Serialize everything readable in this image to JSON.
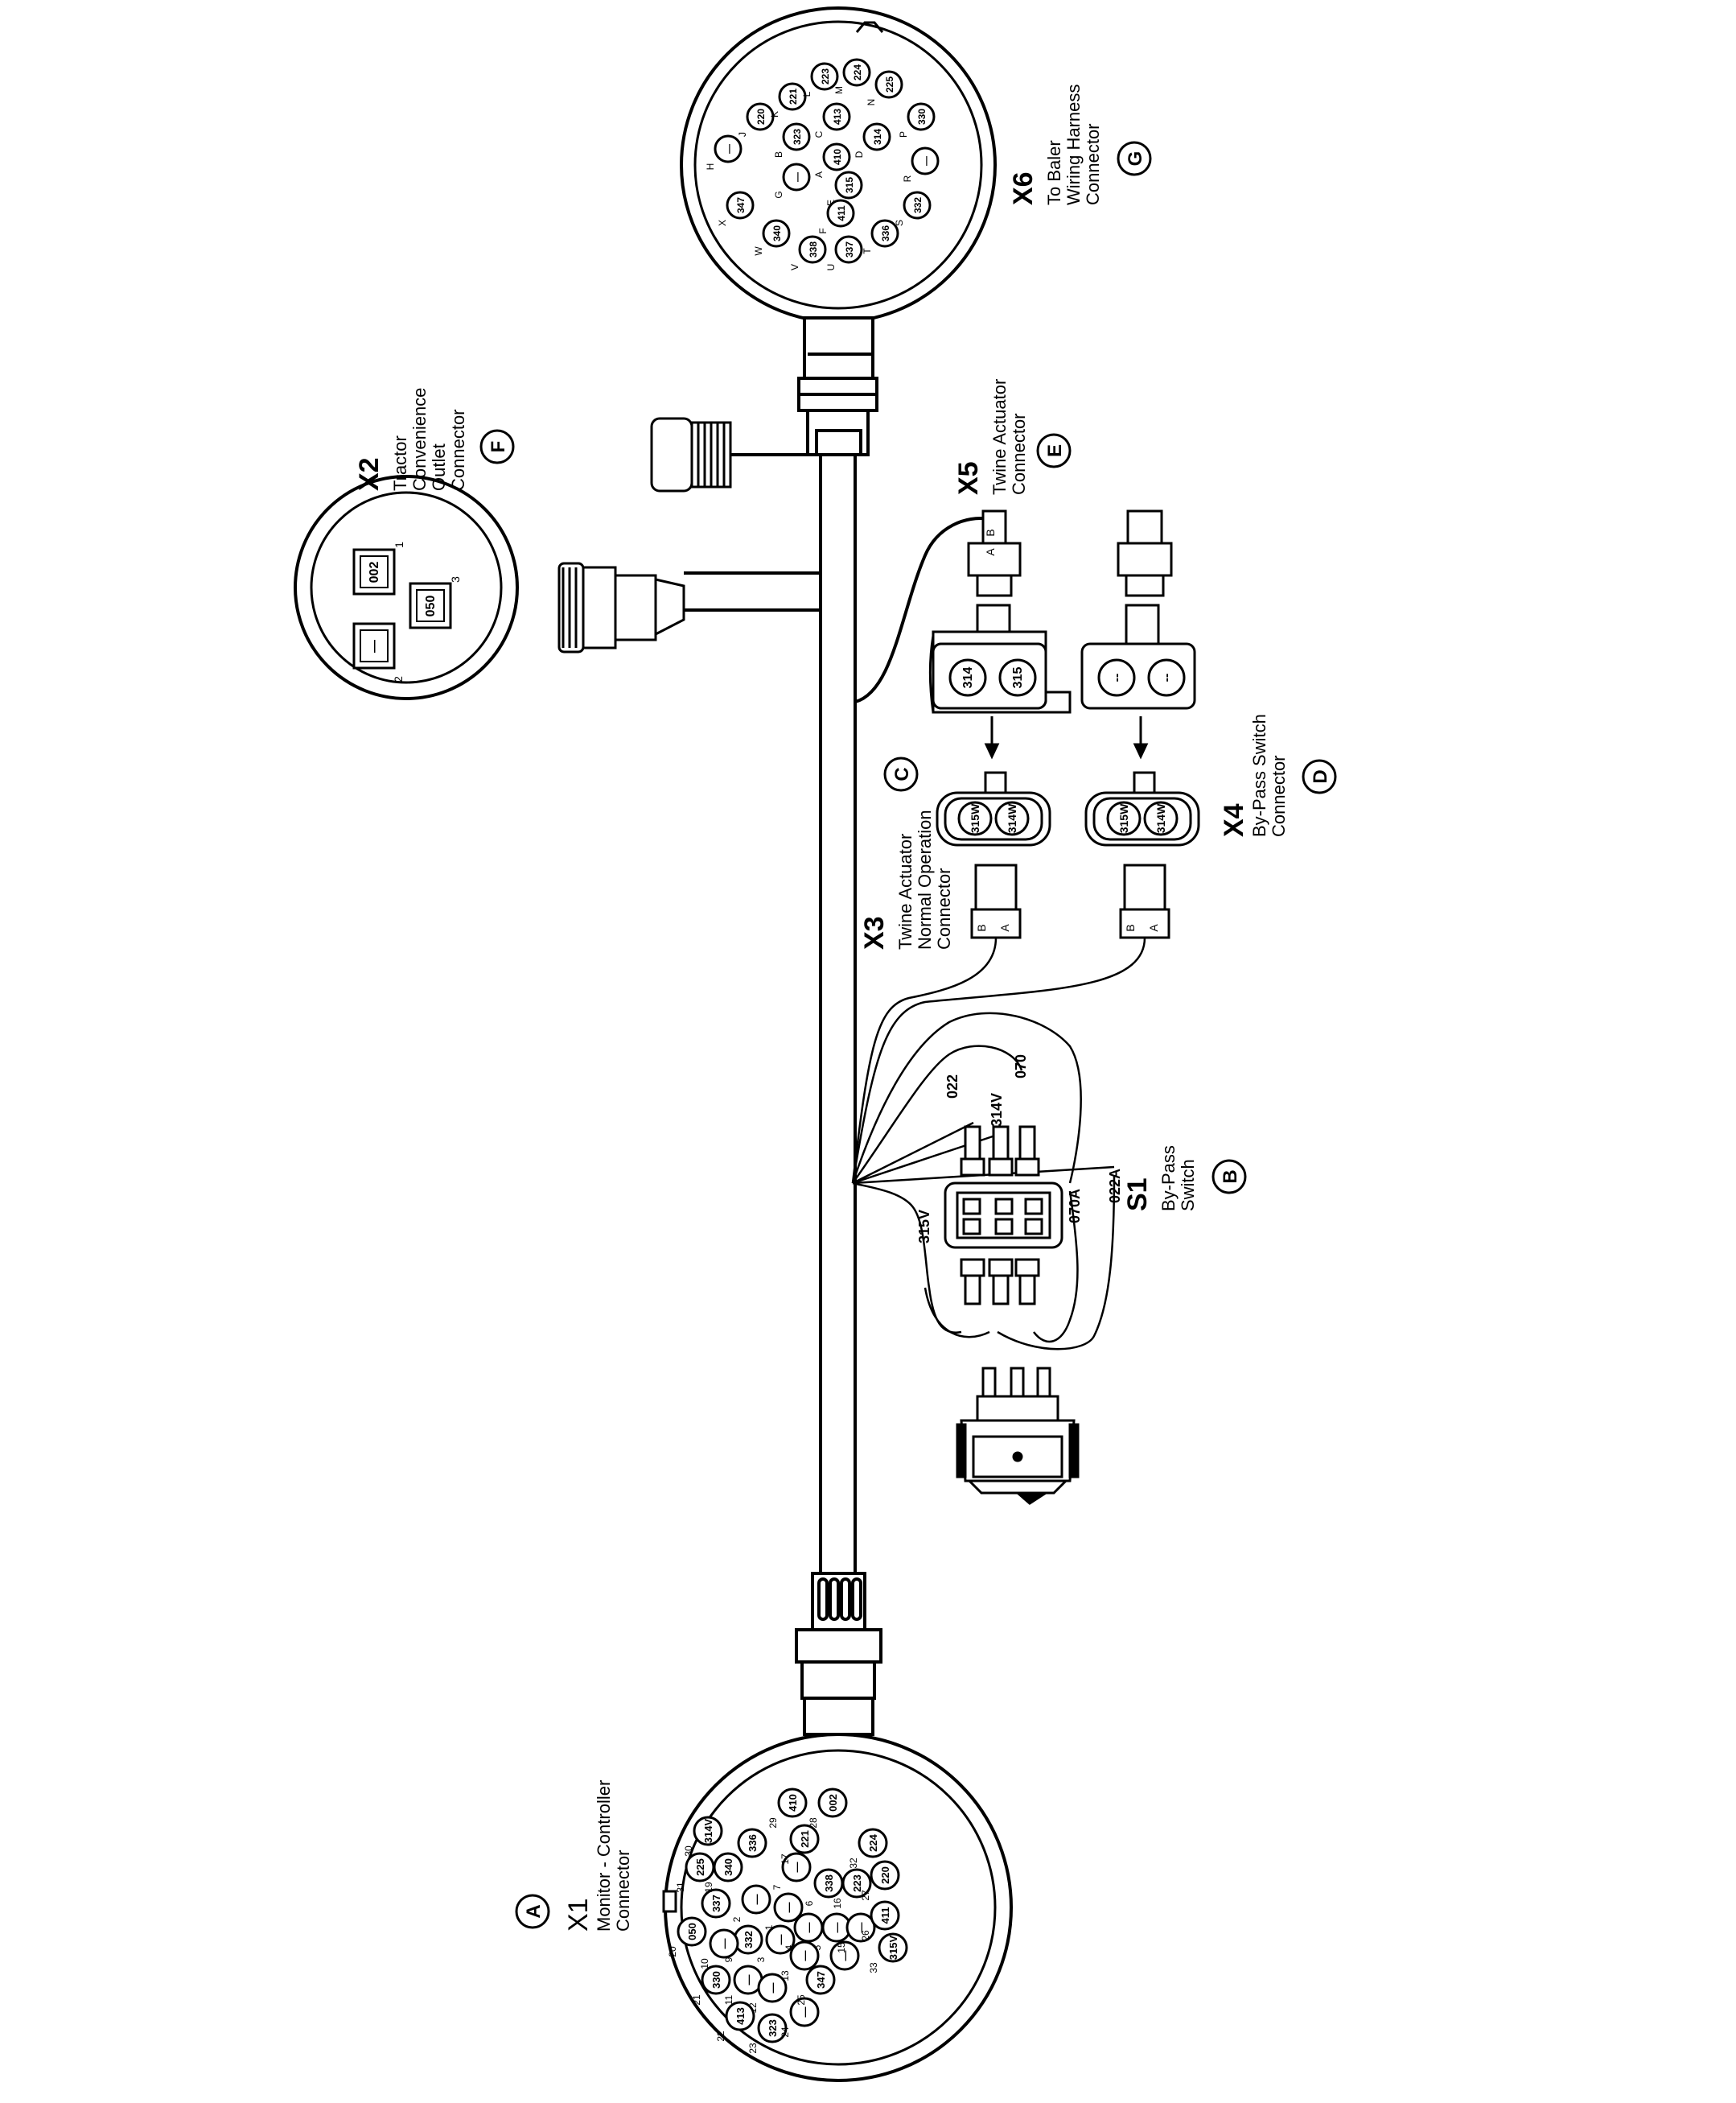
{
  "connectors": {
    "x1": {
      "id": "X1",
      "name_lines": [
        "Monitor - Controller",
        "Connector"
      ],
      "letter": "A"
    },
    "x2": {
      "id": "X2",
      "name_lines": [
        "Tractor",
        "Convenience",
        "Outlet",
        "Connector"
      ],
      "letter": "F"
    },
    "x3": {
      "id": "X3",
      "name_lines": [
        "Twine Actuator",
        "Normal Operation",
        "Connector"
      ],
      "letter": "C"
    },
    "x4": {
      "id": "X4",
      "name_lines": [
        "By-Pass Switch",
        "Connector"
      ],
      "letter": "D"
    },
    "x5": {
      "id": "X5",
      "name_lines": [
        "Twine Actuator",
        "Connector"
      ],
      "letter": "E"
    },
    "x6": {
      "id": "X6",
      "name_lines": [
        "To Baler",
        "Wiring Harness",
        "Connector"
      ],
      "letter": "G"
    },
    "s1": {
      "id": "S1",
      "name_lines": [
        "By-Pass",
        "Switch"
      ],
      "letter": "B"
    }
  },
  "x1_pins": [
    {
      "pin": "1",
      "wire": "—"
    },
    {
      "pin": "2",
      "wire": "—"
    },
    {
      "pin": "3",
      "wire": "—"
    },
    {
      "pin": "4",
      "wire": "—"
    },
    {
      "pin": "5",
      "wire": "—"
    },
    {
      "pin": "6",
      "wire": "338"
    },
    {
      "pin": "7",
      "wire": "—"
    },
    {
      "pin": "8",
      "wire": "337"
    },
    {
      "pin": "9",
      "wire": "332"
    },
    {
      "pin": "10",
      "wire": "—"
    },
    {
      "pin": "11",
      "wire": "—"
    },
    {
      "pin": "12",
      "wire": "—"
    },
    {
      "pin": "13",
      "wire": "—"
    },
    {
      "pin": "14",
      "wire": "—"
    },
    {
      "pin": "15",
      "wire": "—"
    },
    {
      "pin": "16",
      "wire": "223"
    },
    {
      "pin": "17",
      "wire": "221"
    },
    {
      "pin": "18",
      "wire": "336"
    },
    {
      "pin": "19",
      "wire": "340"
    },
    {
      "pin": "20",
      "wire": "050"
    },
    {
      "pin": "21",
      "wire": "330"
    },
    {
      "pin": "22",
      "wire": "413"
    },
    {
      "pin": "23",
      "wire": "323"
    },
    {
      "pin": "24",
      "wire": "—"
    },
    {
      "pin": "25",
      "wire": "347"
    },
    {
      "pin": "26",
      "wire": "411"
    },
    {
      "pin": "27",
      "wire": "220"
    },
    {
      "pin": "28",
      "wire": "002"
    },
    {
      "pin": "29",
      "wire": "410"
    },
    {
      "pin": "30",
      "wire": "314V"
    },
    {
      "pin": "31",
      "wire": "225"
    },
    {
      "pin": "32",
      "wire": "224"
    },
    {
      "pin": "33",
      "wire": "315V"
    }
  ],
  "x6_pins": [
    {
      "pin": "H",
      "wire": "—"
    },
    {
      "pin": "J",
      "wire": "220"
    },
    {
      "pin": "K",
      "wire": "221"
    },
    {
      "pin": "L",
      "wire": "223"
    },
    {
      "pin": "M",
      "wire": "224"
    },
    {
      "pin": "N",
      "wire": "225"
    },
    {
      "pin": "P",
      "wire": "330"
    },
    {
      "pin": "R",
      "wire": "—"
    },
    {
      "pin": "S",
      "wire": "332"
    },
    {
      "pin": "T",
      "wire": "336"
    },
    {
      "pin": "U",
      "wire": "337"
    },
    {
      "pin": "V",
      "wire": "338"
    },
    {
      "pin": "W",
      "wire": "340"
    },
    {
      "pin": "X",
      "wire": "347"
    },
    {
      "pin": "G",
      "wire": "—"
    },
    {
      "pin": "B",
      "wire": "323"
    },
    {
      "pin": "C",
      "wire": "413"
    },
    {
      "pin": "D",
      "wire": "314"
    },
    {
      "pin": "E",
      "wire": "315"
    },
    {
      "pin": "F",
      "wire": "411"
    },
    {
      "pin": "A",
      "wire": "410"
    }
  ],
  "x2_pins": [
    {
      "pin": "1",
      "wire": "002"
    },
    {
      "pin": "2",
      "wire": "—"
    },
    {
      "pin": "3",
      "wire": "050"
    }
  ],
  "x5_cavities": {
    "right": [
      "314",
      "315"
    ],
    "bypass": [
      "--",
      "--"
    ],
    "plug_pins": [
      "B",
      "A"
    ]
  },
  "x3_cavities": [
    "315W",
    "314W"
  ],
  "x4_cavities": [
    "315W",
    "314W"
  ],
  "plug_pins_ab": [
    "B",
    "A"
  ],
  "wires": {
    "w022": "022",
    "w314v": "314V",
    "w070": "070",
    "w315v": "315V",
    "w070a": "070A",
    "w022a": "022A"
  }
}
